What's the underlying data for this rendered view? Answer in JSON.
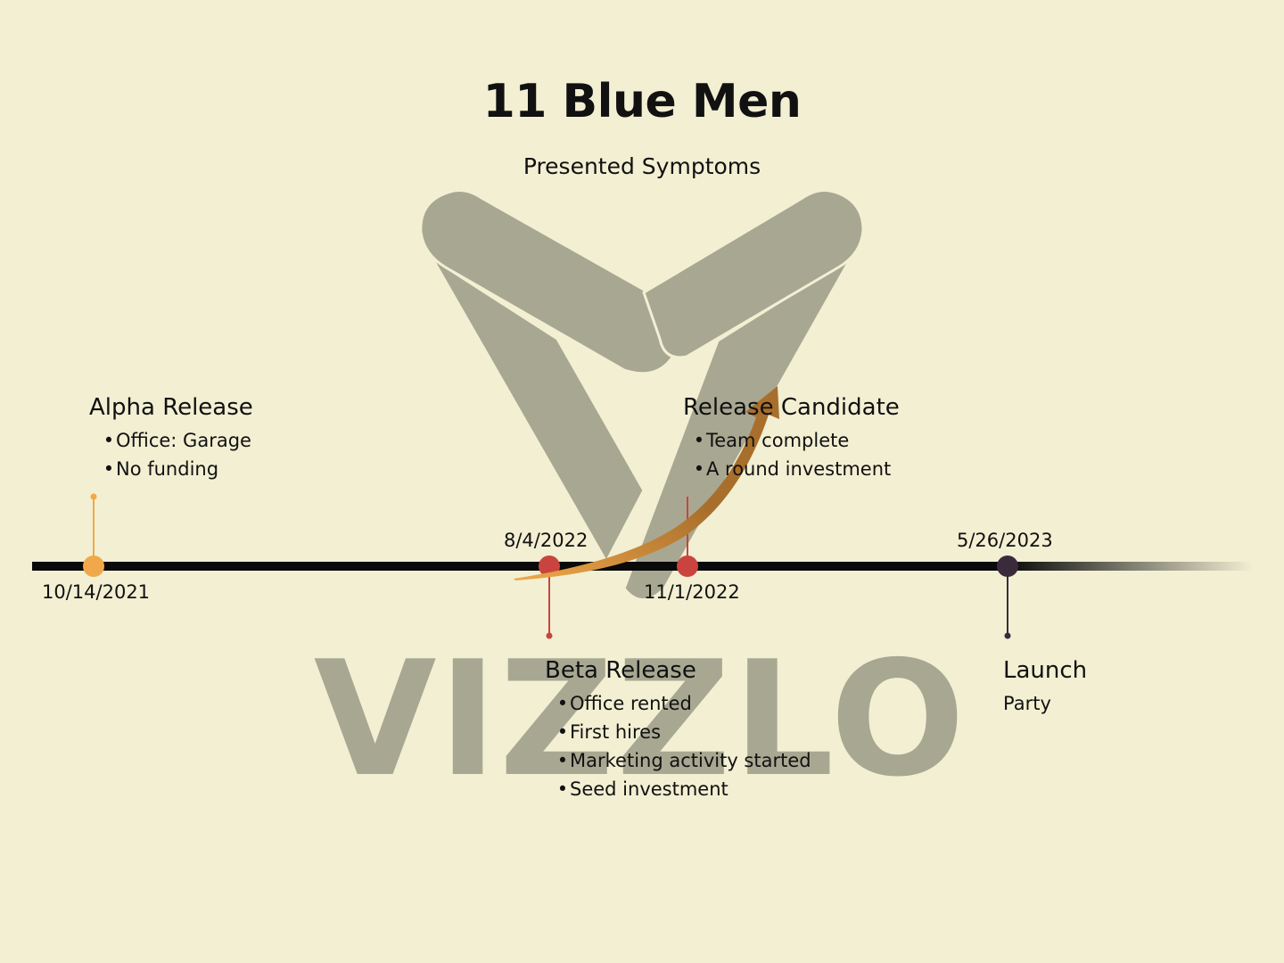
{
  "title": "11 Blue Men",
  "subtitle": "Presented Symptoms",
  "watermark_text": "VIZZLO",
  "colors": {
    "background": "#f2efd3",
    "timeline": "#0a0a0a",
    "watermark": "#a8a792",
    "alpha": "#f0a84a",
    "beta": "#c9443f",
    "rc": "#c9443f",
    "launch": "#3a2b3c",
    "arrow_start": "#f0a84a",
    "arrow_end": "#a86f2c"
  },
  "events": [
    {
      "id": "alpha",
      "date": "10/14/2021",
      "title": "Alpha Release",
      "items": [
        "Office: Garage",
        "No funding"
      ]
    },
    {
      "id": "beta",
      "date": "8/4/2022",
      "title": "Beta Release",
      "items": [
        "Office rented",
        "First hires",
        "Marketing activity started",
        "Seed investment"
      ]
    },
    {
      "id": "rc",
      "date": "11/1/2022",
      "title": "Release Candidate",
      "items": [
        "Team complete",
        "A round investment"
      ]
    },
    {
      "id": "launch",
      "date": "5/26/2023",
      "title": "Launch",
      "text": "Party"
    }
  ]
}
